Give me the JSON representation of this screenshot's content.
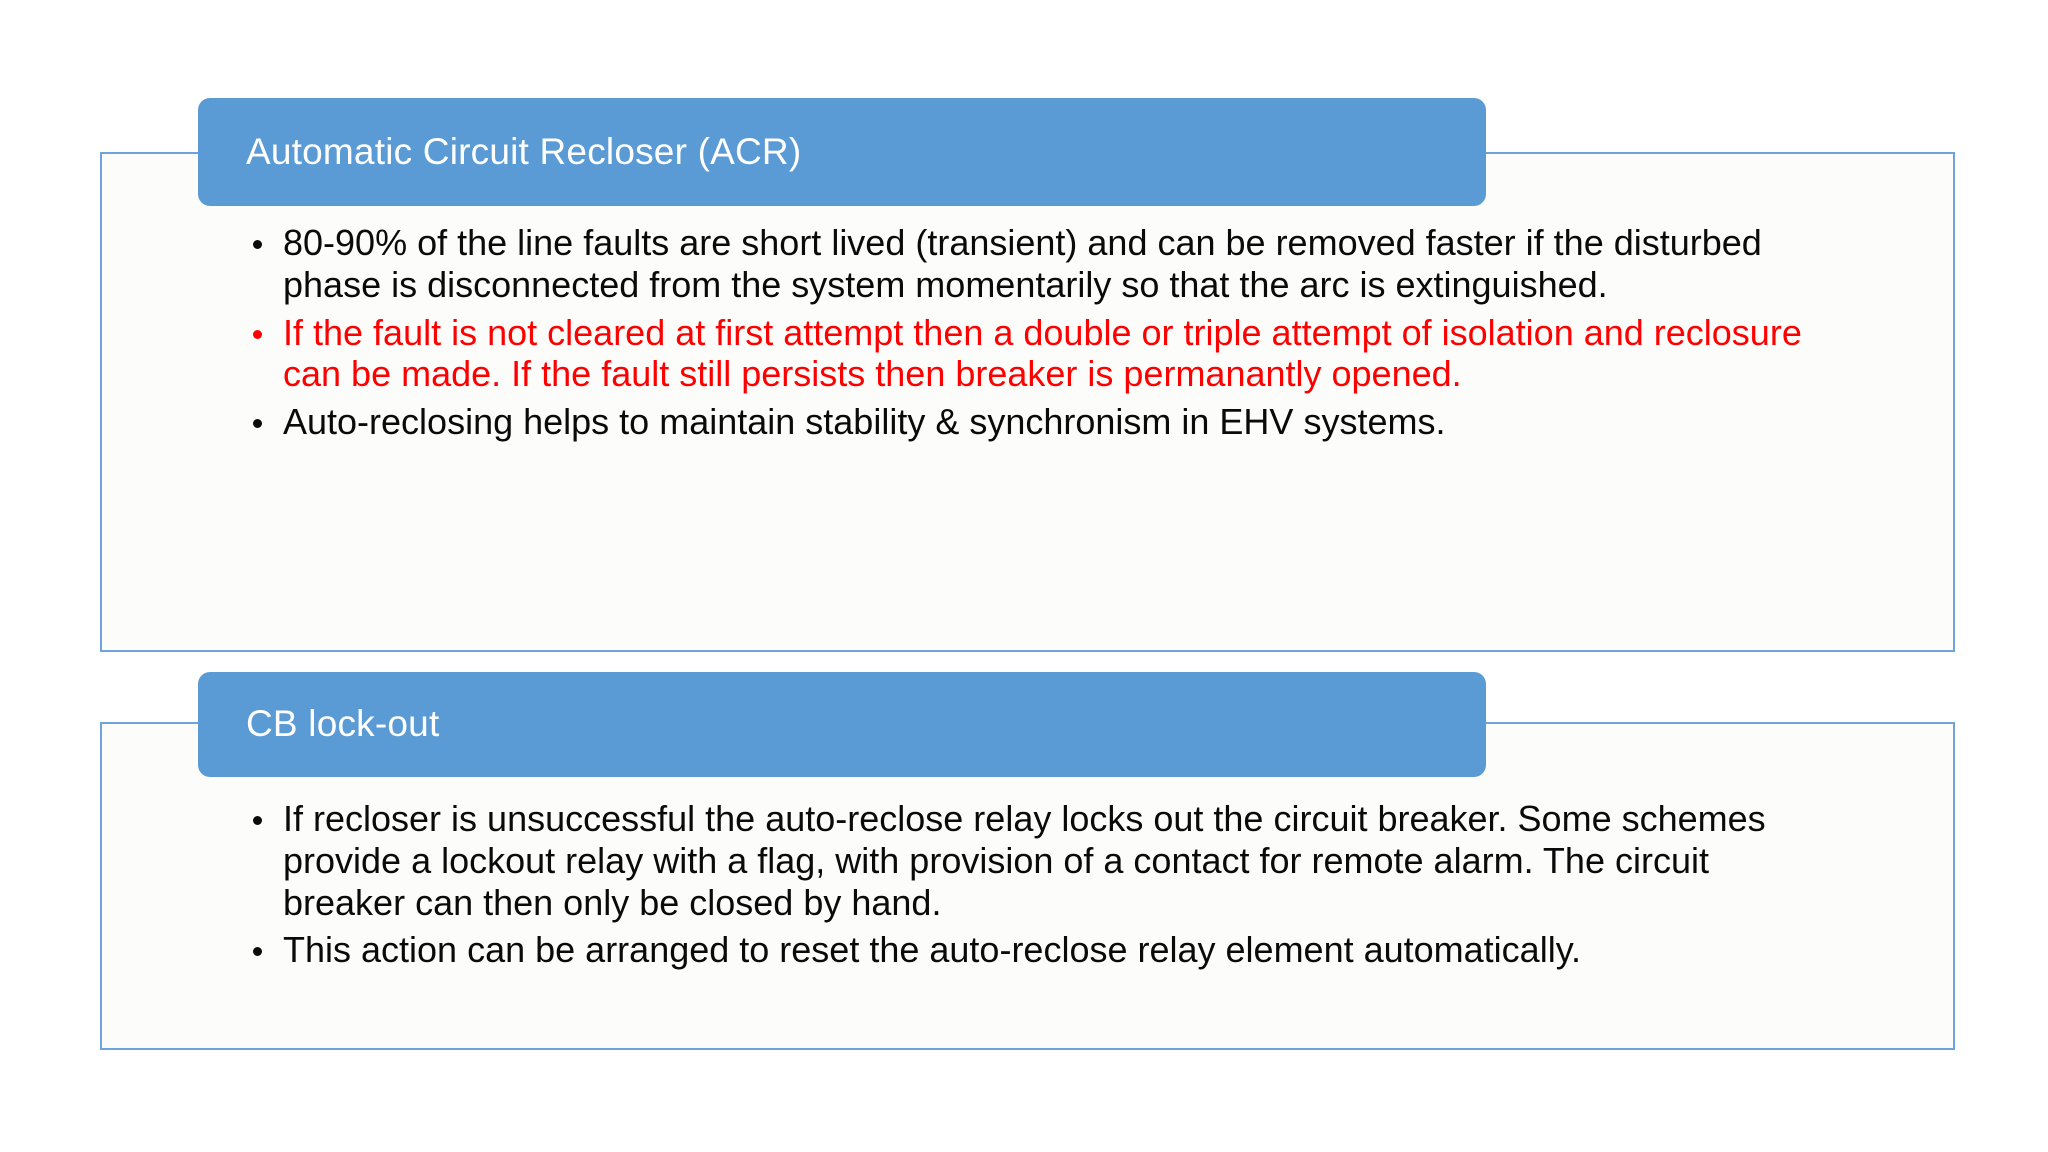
{
  "slide": {
    "background_color": "#FFFFFF",
    "accent_color": "#5B9BD5",
    "border_color": "#6FA3DB",
    "highlight_color": "#FF0000",
    "body_text_color": "#0A0A0A",
    "banner_text_color": "#FFFFFF"
  },
  "sections": [
    {
      "id": "acr",
      "title": "Automatic Circuit Recloser (ACR)",
      "bullets": [
        {
          "text": "80-90% of the line faults are short lived (transient) and can be removed faster if the disturbed phase is disconnected from the system momentarily so that the arc is extinguished.",
          "color": "#0A0A0A",
          "emphasis": false
        },
        {
          "text": "If the fault is not cleared at first attempt then a double or triple attempt of isolation and reclosure can be made. If the fault still persists then breaker is permanantly opened.",
          "color": "#FF0000",
          "emphasis": true
        },
        {
          "text": "Auto-reclosing helps to maintain stability & synchronism in EHV systems.",
          "color": "#0A0A0A",
          "emphasis": false
        }
      ]
    },
    {
      "id": "cb",
      "title": "CB lock-out",
      "bullets": [
        {
          "text": "If recloser is unsuccessful the auto-reclose relay locks out the circuit breaker. Some schemes provide a lockout relay with a flag, with provision of a contact for remote alarm. The circuit breaker can then only be closed by hand.",
          "color": "#0A0A0A",
          "emphasis": false
        },
        {
          "text": "This action can be arranged to reset the auto-reclose relay element automatically.",
          "color": "#0A0A0A",
          "emphasis": false
        }
      ]
    }
  ]
}
